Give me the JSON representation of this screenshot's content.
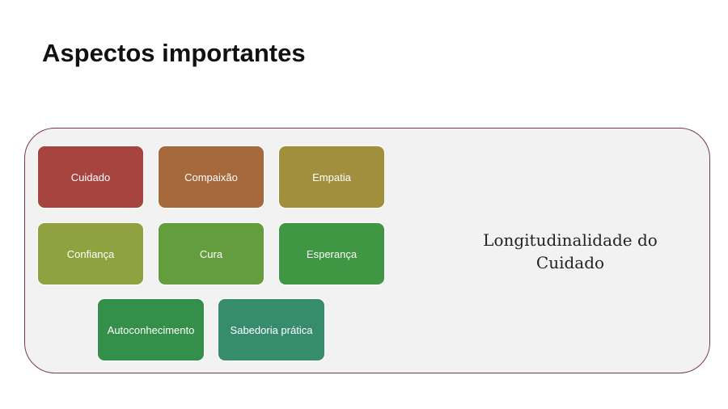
{
  "slide": {
    "title": "Aspectos importantes"
  },
  "panel": {
    "side_text": "Longitudinalidade do Cuidado",
    "border_color": "#7a3a40",
    "background_color": "#f2f2f2"
  },
  "boxes": [
    {
      "label": "Cuidado",
      "color": "#a84440"
    },
    {
      "label": "Compaixão",
      "color": "#a6693b"
    },
    {
      "label": "Empatia",
      "color": "#a18f3e"
    },
    {
      "label": "Confiança",
      "color": "#8fa23f"
    },
    {
      "label": "Cura",
      "color": "#649d3d"
    },
    {
      "label": "Esperança",
      "color": "#3f9643"
    },
    {
      "label": "Autoconhecimento",
      "color": "#348f4b"
    },
    {
      "label": "Sabedoria prática",
      "color": "#378c6e"
    }
  ]
}
